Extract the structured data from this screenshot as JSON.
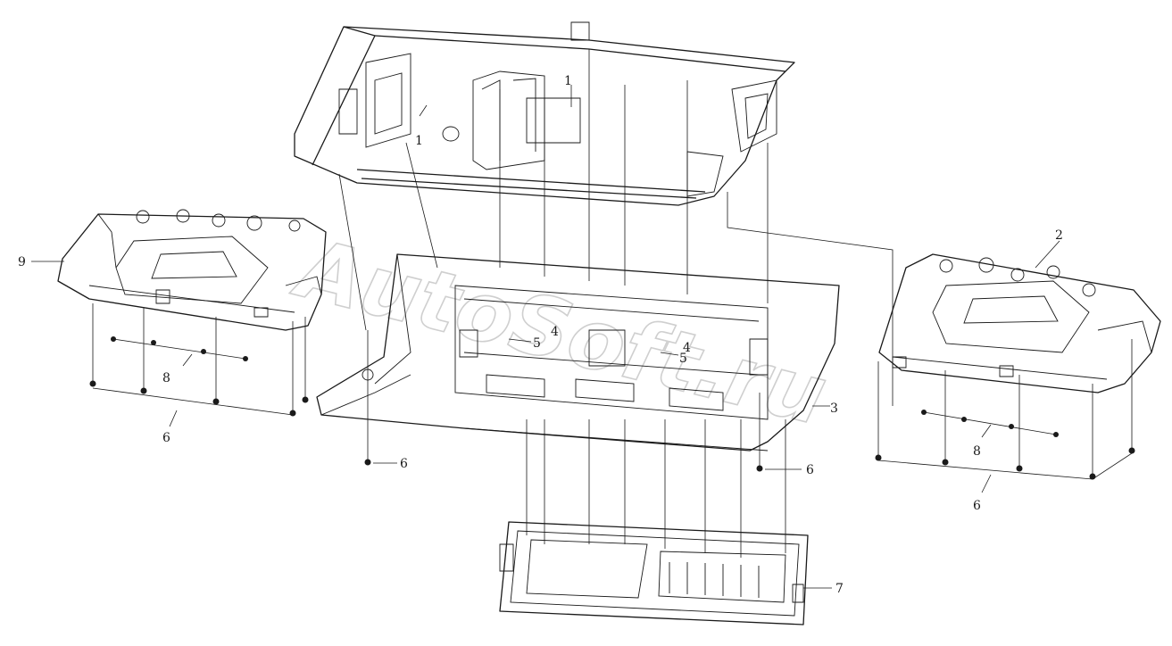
{
  "watermark": "AutoSoft.ru",
  "callouts": {
    "c1a": "1",
    "c1b": "1",
    "c2": "2",
    "c3": "3",
    "c4a": "4",
    "c4b": "4",
    "c5a": "5",
    "c5b": "5",
    "c6a": "6",
    "c6b": "6",
    "c6c": "6",
    "c6d": "6",
    "c7": "7",
    "c8a": "8",
    "c8b": "8",
    "c9": "9"
  }
}
